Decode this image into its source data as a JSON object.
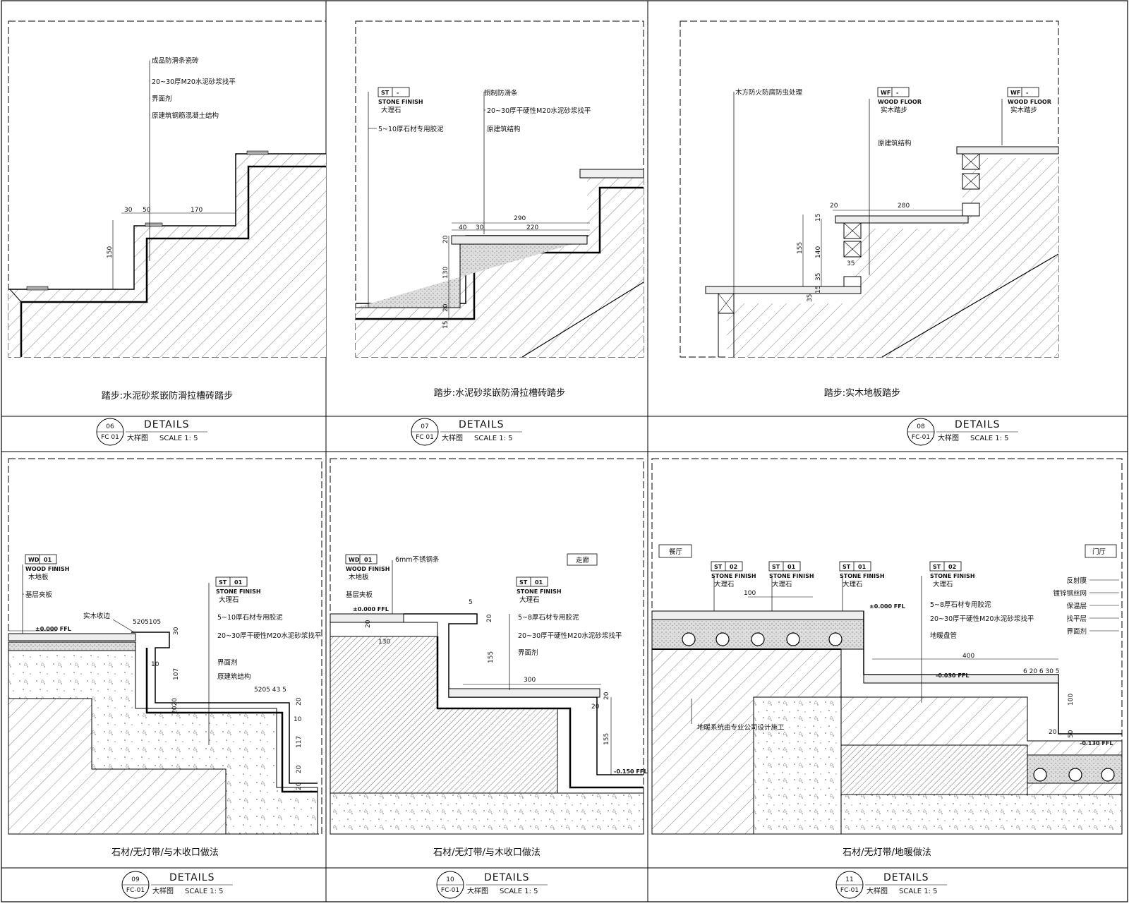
{
  "panels": [
    {
      "caption": "踏步:水泥砂浆嵌防滑拉槽砖踏步",
      "number": "06",
      "sheet": "FC 01",
      "title": "DETAILS",
      "sub": "大样图",
      "scale": "SCALE 1: 5",
      "labels": [
        "成品防滑条瓷砖",
        "20~30厚M20水泥砂浆找平",
        "界面剂",
        "原建筑钢筋混凝土结构"
      ],
      "dims": [
        "30",
        "50",
        "170",
        "150"
      ]
    },
    {
      "caption": "踏步:水泥砂浆嵌防滑拉槽砖踏步",
      "number": "07",
      "sheet": "FC 01",
      "title": "DETAILS",
      "sub": "大样图",
      "scale": "SCALE 1: 5",
      "tag": {
        "code": "ST",
        "num": "-",
        "name": "STONE FINISH",
        "cn": "大理石"
      },
      "labels": [
        "5~10厚石材专用胶泥",
        "铜制防滑条",
        "20~30厚干硬性M20水泥砂浆找平",
        "原建筑结构"
      ],
      "dims": [
        "290",
        "40",
        "30",
        "220",
        "20",
        "130",
        "20",
        "15"
      ]
    },
    {
      "caption": "踏步:实木地板踏步",
      "number": "08",
      "sheet": "FC-01",
      "title": "DETAILS",
      "sub": "大样图",
      "scale": "SCALE 1: 5",
      "tags": [
        {
          "code": "WF",
          "num": "-",
          "name": "WOOD FLOOR",
          "cn": "实木踏步"
        },
        {
          "code": "WF",
          "num": "-",
          "name": "WOOD FLOOR",
          "cn": "实木踏步"
        }
      ],
      "labels": [
        "木方防火防腐防虫处理",
        "原建筑结构"
      ],
      "dims": [
        "20",
        "280",
        "155",
        "140",
        "15",
        "35",
        "35",
        "35",
        "15"
      ]
    },
    {
      "caption": "石材/无灯带/与木收口做法",
      "number": "09",
      "sheet": "FC-01",
      "title": "DETAILS",
      "sub": "大样图",
      "scale": "SCALE 1: 5",
      "tags": [
        {
          "code": "WD",
          "num": "01",
          "name": "WOOD FINISH",
          "cn": "木地板"
        },
        {
          "code": "ST",
          "num": "01",
          "name": "STONE FINISH",
          "cn": "大理石"
        }
      ],
      "labels": [
        "基层夹板",
        "实木收边",
        "5~10厚石材专用胶泥",
        "20~30厚干硬性M20水泥砂浆找平",
        "界面剂",
        "原建筑结构"
      ],
      "level": "±0.000 FFL",
      "dims": [
        "5",
        "20",
        "5",
        "105",
        "30",
        "10",
        "107",
        "20",
        "20",
        "5",
        "20",
        "5",
        "43",
        "5",
        "20",
        "10",
        "117",
        "20",
        "20"
      ]
    },
    {
      "caption": "石材/无灯带/与木收口做法",
      "number": "10",
      "sheet": "FC-01",
      "title": "DETAILS",
      "sub": "大样图",
      "scale": "SCALE 1: 5",
      "tags": [
        {
          "code": "WD",
          "num": "01",
          "name": "WOOD FINISH",
          "cn": "木地板"
        },
        {
          "code": "ST",
          "num": "01",
          "name": "STONE FINISH",
          "cn": "大理石"
        }
      ],
      "labels": [
        "6mm不锈钢条",
        "基层夹板",
        "5~8厚石材专用胶泥",
        "20~30厚干硬性M20水泥砂浆找平",
        "界面剂"
      ],
      "arrow": "走廊",
      "levels": [
        "±0.000 FFL",
        "-0.150 FFL"
      ],
      "dims": [
        "5",
        "20",
        "20",
        "130",
        "155",
        "300",
        "20",
        "20",
        "155"
      ]
    },
    {
      "caption": "石材/无灯带/地暖做法",
      "number": "11",
      "sheet": "FC-01",
      "title": "DETAILS",
      "sub": "大样图",
      "scale": "SCALE 1: 5",
      "tags": [
        {
          "code": "ST",
          "num": "02",
          "name": "STONE FINISH",
          "cn": "大理石"
        },
        {
          "code": "ST",
          "num": "01",
          "name": "STONE FINISH",
          "cn": "大理石"
        },
        {
          "code": "ST",
          "num": "01",
          "name": "STONE FINISH",
          "cn": "大理石"
        },
        {
          "code": "ST",
          "num": "02",
          "name": "STONE FINISH",
          "cn": "大理石"
        }
      ],
      "labels": [
        "5~8厚石材专用胶泥",
        "20~30厚干硬性M20水泥砂浆找平",
        "地暖盘管",
        "地暖系统由专业公司设计施工"
      ],
      "right_labels": [
        "反射膜",
        "镀锌钢丝网",
        "保温层",
        "找平层",
        "界面剂"
      ],
      "arrows": [
        "餐厅",
        "门厅"
      ],
      "levels": [
        "±0.000 FFL",
        "-0.030 FFL",
        "-0.130 FFL"
      ],
      "dims": [
        "100",
        "400",
        "6",
        "20",
        "6",
        "30",
        "5",
        "100",
        "20",
        "50"
      ]
    }
  ]
}
